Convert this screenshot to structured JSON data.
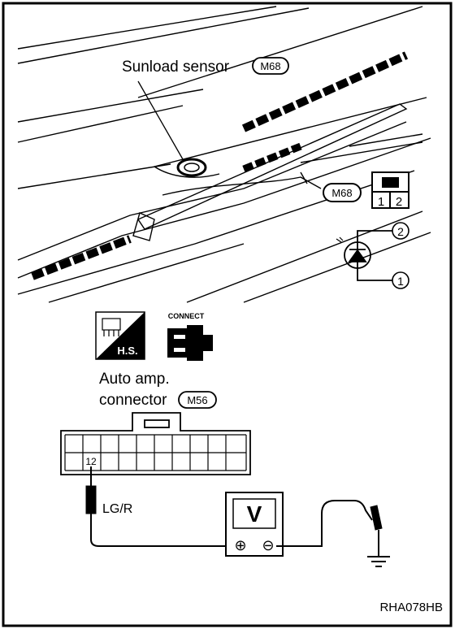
{
  "sensor_label": "Sunload sensor",
  "sensor_connector_id": "M68",
  "connector_pins": [
    "1",
    "2"
  ],
  "diode_terminals": [
    "2",
    "1"
  ],
  "hs_badge": "H.S.",
  "connect_label": "CONNECT",
  "auto_amp_line1": "Auto amp.",
  "auto_amp_line2": "connector",
  "auto_amp_connector_id": "M56",
  "pin_label": "12",
  "wire_color": "LG/R",
  "meter_label": "V",
  "meter_plus": "⊕",
  "meter_minus": "⊖",
  "figure_code": "RHA078HB"
}
